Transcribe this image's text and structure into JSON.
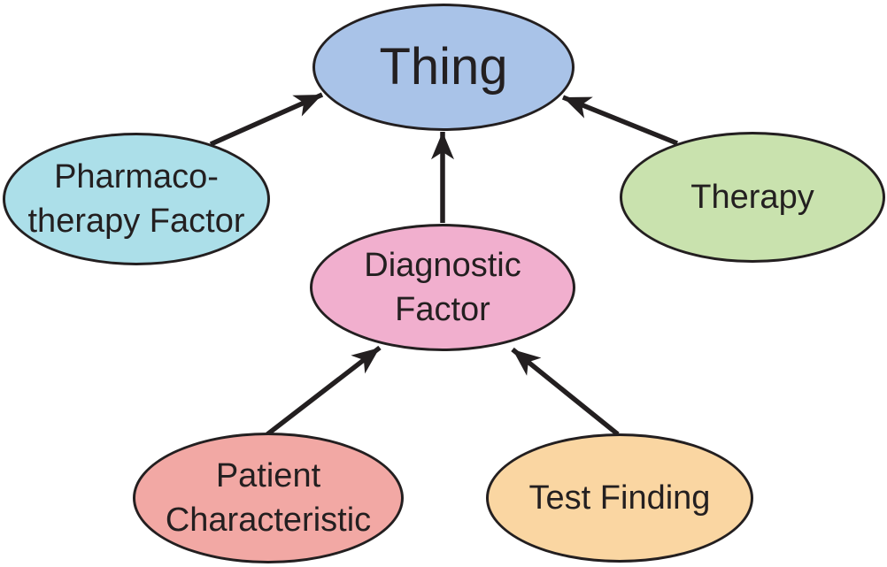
{
  "diagram": {
    "background_color": "#ffffff",
    "stroke_color": "#231f20",
    "nodes": [
      {
        "id": "thing",
        "label": "Thing",
        "fill": "#a9c3e8"
      },
      {
        "id": "pharmacotherapy-factor",
        "label": "Pharmaco-\ntherapy Factor",
        "fill": "#acdfe9"
      },
      {
        "id": "therapy",
        "label": "Therapy",
        "fill": "#c9e2ae"
      },
      {
        "id": "diagnostic-factor",
        "label": "Diagnostic\nFactor",
        "fill": "#f1afce"
      },
      {
        "id": "patient-characteristic",
        "label": "Patient\nCharacteristic",
        "fill": "#f2a8a4"
      },
      {
        "id": "test-finding",
        "label": "Test Finding",
        "fill": "#fad6a2"
      }
    ],
    "edges": [
      {
        "from": "pharmacotherapy-factor",
        "to": "thing"
      },
      {
        "from": "therapy",
        "to": "thing"
      },
      {
        "from": "diagnostic-factor",
        "to": "thing"
      },
      {
        "from": "patient-characteristic",
        "to": "diagnostic-factor"
      },
      {
        "from": "test-finding",
        "to": "diagnostic-factor"
      }
    ]
  }
}
